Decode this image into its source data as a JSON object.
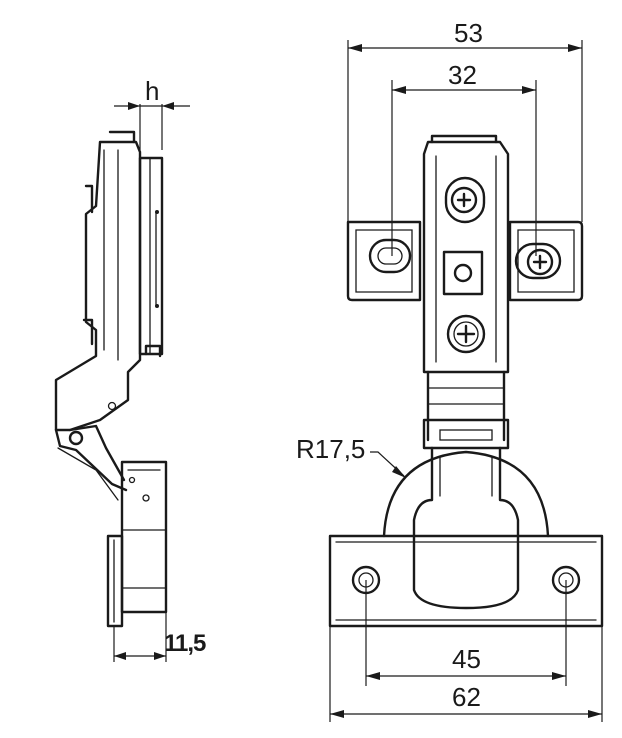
{
  "dimensions": {
    "overall_width_top": "53",
    "hole_spacing_top": "32",
    "cup_height": "h",
    "radius": "R17,5",
    "depth_overlap": "11,5",
    "hole_spacing_bottom": "45",
    "overall_width_bottom": "62"
  }
}
